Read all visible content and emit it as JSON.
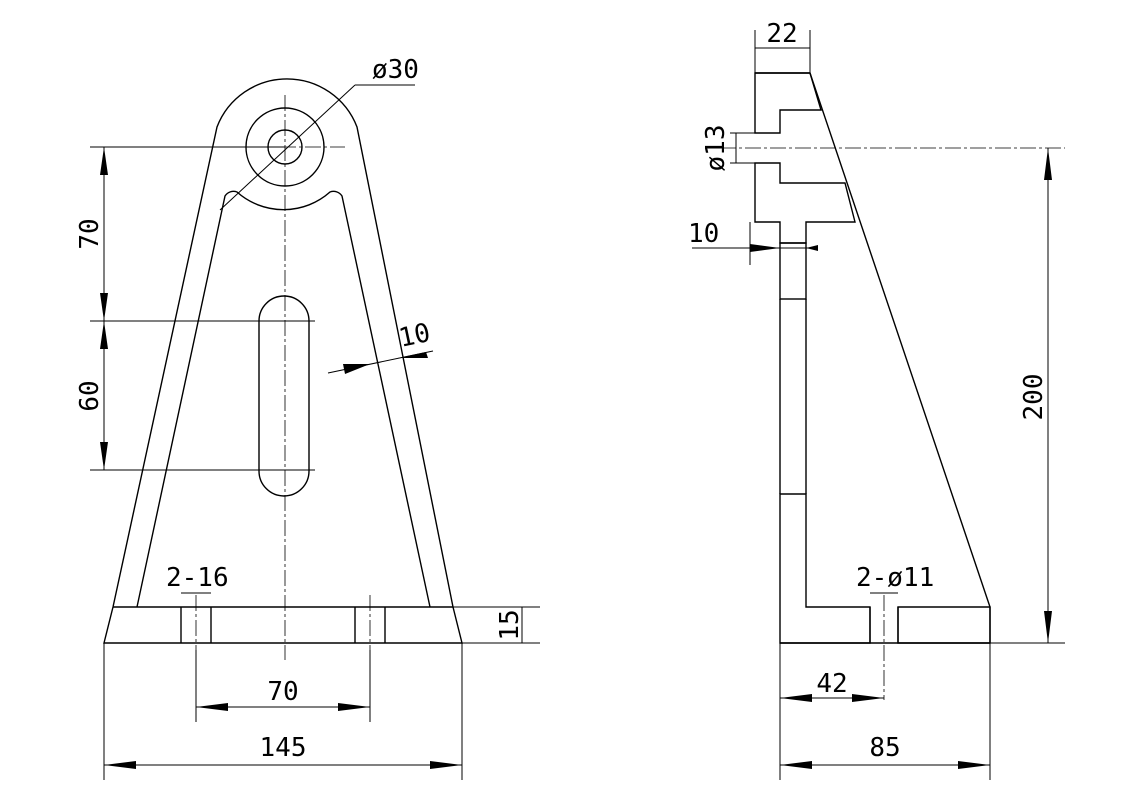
{
  "front_view": {
    "dims": {
      "hole_diameter": "ø30",
      "height_upper": "70",
      "height_slot": "60",
      "rib_thickness": "10",
      "holes": "2-16",
      "base_thickness": "15",
      "hole_spacing": "70",
      "overall_width": "145"
    }
  },
  "side_view": {
    "dims": {
      "top_width": "22",
      "bore_diameter": "ø13",
      "web_thickness": "10",
      "overall_height": "200",
      "holes": "2-ø11",
      "hole_offset": "42",
      "overall_depth": "85"
    }
  },
  "hatch_pattern": "cross-hatch"
}
